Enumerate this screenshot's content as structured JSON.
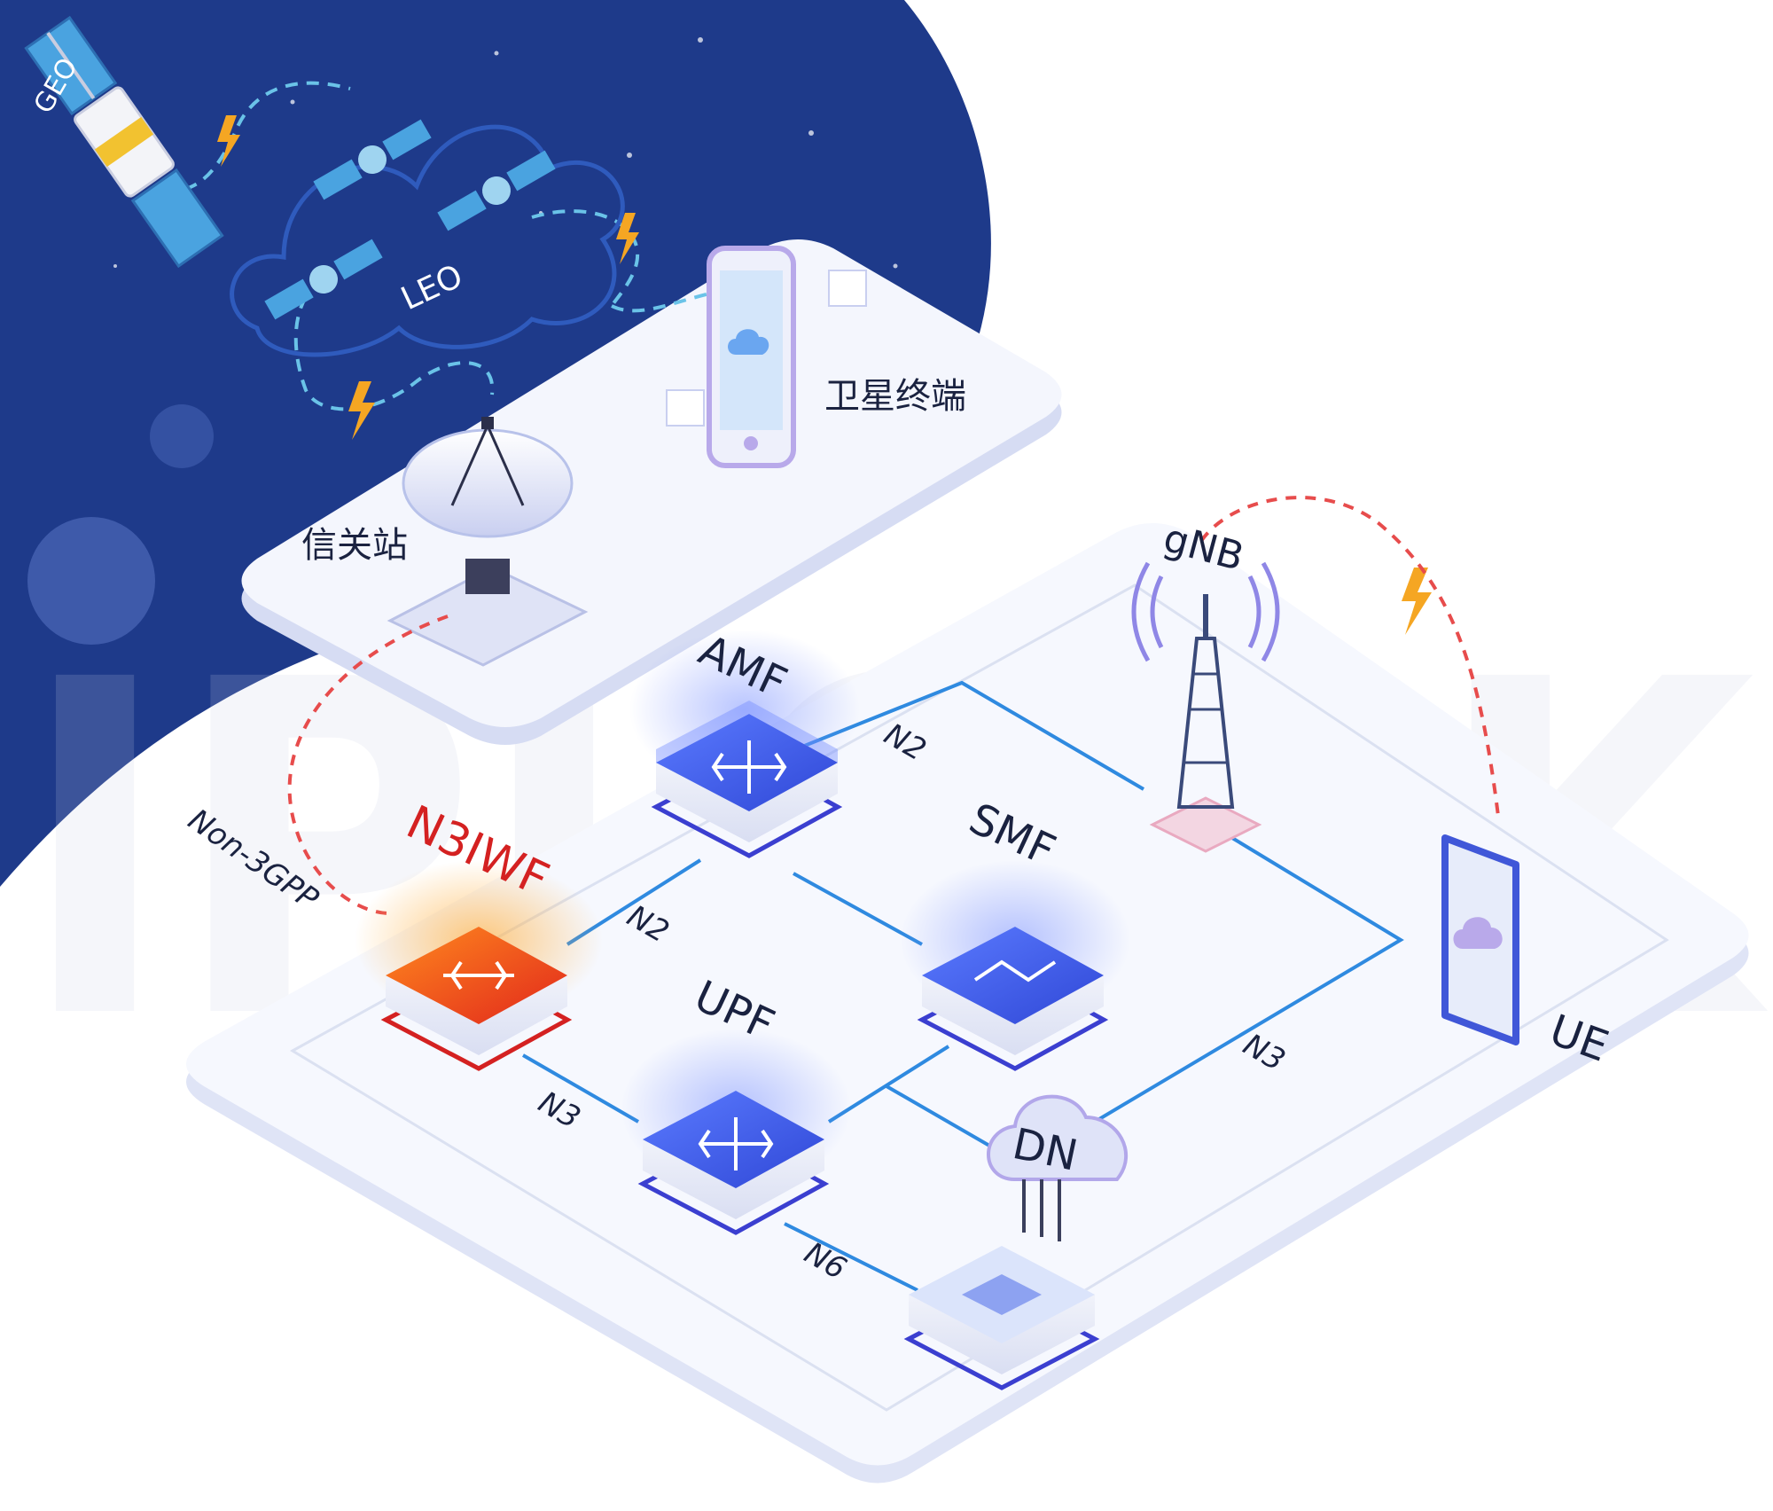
{
  "watermark": "IPLOOK",
  "satellites": {
    "geo_label": "GEO",
    "leo_label": "LEO"
  },
  "platform": {
    "gateway_label": "信关站",
    "terminal_label": "卫星终端"
  },
  "nodes": {
    "amf": "AMF",
    "smf": "SMF",
    "upf": "UPF",
    "n3iwf": "N3IWF",
    "gnb": "gNB",
    "ue": "UE",
    "dn": "DN"
  },
  "links": {
    "amf_gnb": "N2",
    "n3iwf_amf": "N2",
    "n3iwf_upf": "N3",
    "gnb_upf": "N3",
    "upf_dn": "N6",
    "non3gpp": "Non-3GPP"
  },
  "colors": {
    "space": "#1e3a8a",
    "node_blue": "#3f5fe8",
    "node_red": "#e8401c",
    "link_blue": "#2f8ae0",
    "link_red_dashed": "#e74c4c",
    "wave_dashed": "#6ac3e8",
    "lightning": "#f5a623"
  }
}
